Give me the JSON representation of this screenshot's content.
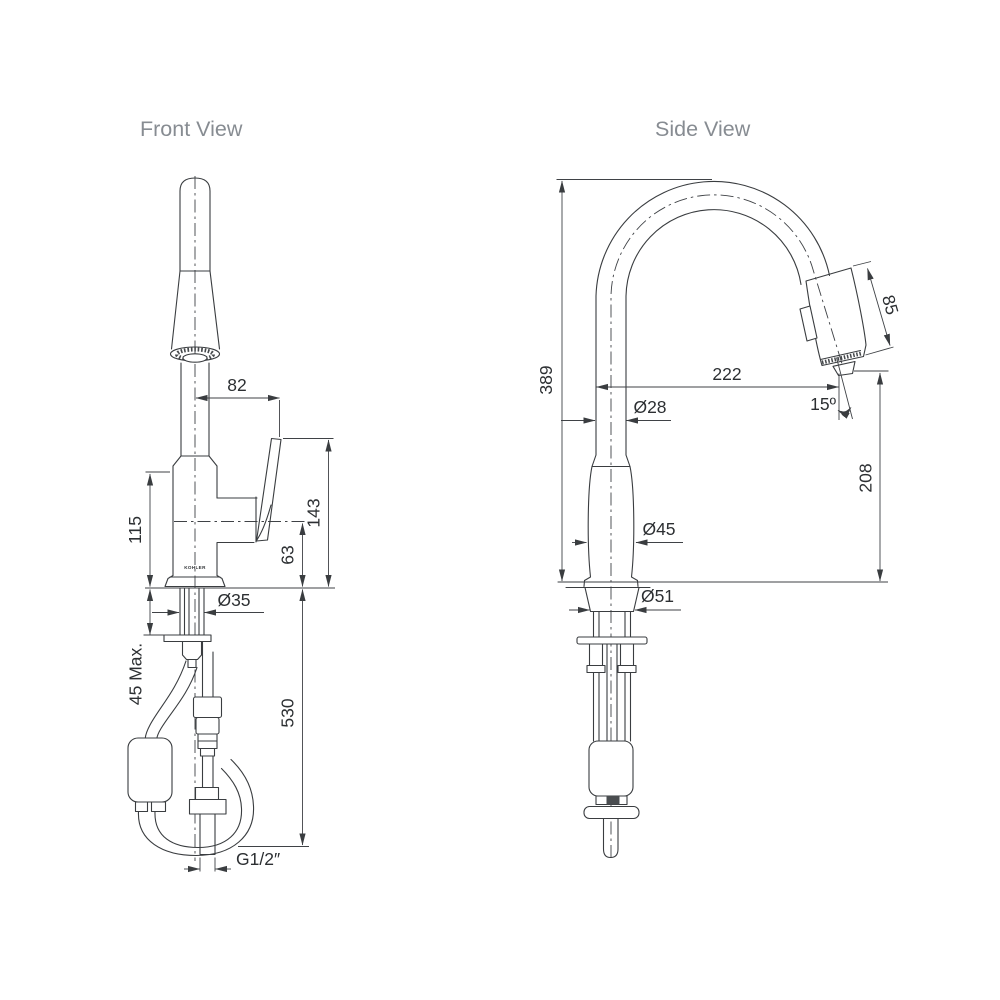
{
  "drawing": {
    "front_view": {
      "title": "Front View",
      "brand": "KOHLER",
      "dimensions": {
        "handle_reach": "82",
        "handle_height": "143",
        "body_height": "115",
        "outlet_to_base": "63",
        "shank_diameter": "Ø35",
        "deck_thickness": "45 Max.",
        "hose_length": "530",
        "supply_connection": "G1/2″"
      }
    },
    "side_view": {
      "title": "Side View",
      "dimensions": {
        "overall_height": "389",
        "spout_reach": "222",
        "sprayhead_length": "85",
        "spray_angle": "15º",
        "spout_diameter": "Ø28",
        "outlet_height": "208",
        "body_diameter": "Ø45",
        "base_diameter": "Ø51"
      }
    }
  }
}
